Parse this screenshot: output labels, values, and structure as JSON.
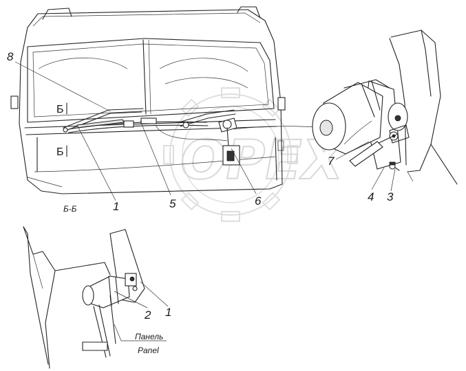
{
  "callouts": [
    "8",
    "1",
    "5",
    "6",
    "7",
    "4",
    "3",
    "2",
    "1"
  ],
  "section_marks": [
    "Б",
    "Б"
  ],
  "section_title": "Б-Б",
  "panel_label_ru": "Панель",
  "panel_label_en": "Panel",
  "watermark": "OPEX"
}
